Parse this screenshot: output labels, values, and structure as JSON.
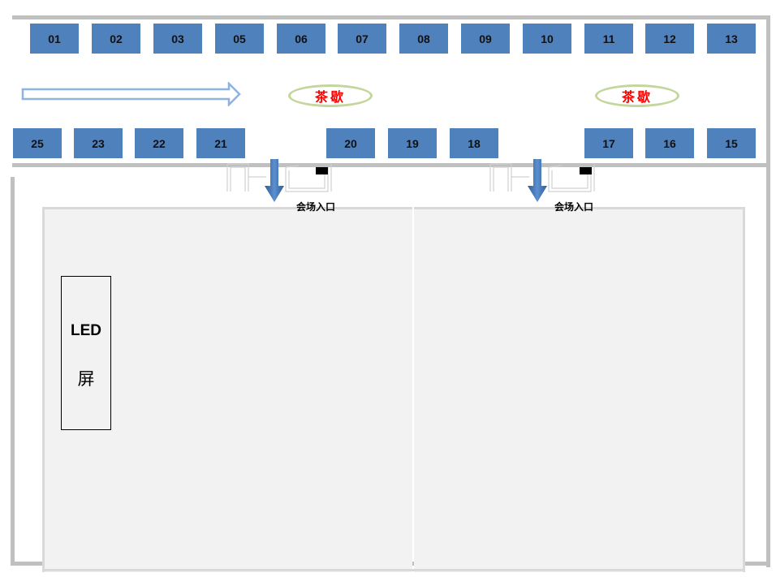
{
  "colors": {
    "booth": "#4f81bd",
    "wall": "#c0c0c0",
    "hall": "#f2f2f2",
    "tea_text": "#ff0000",
    "tea_border": "#c3d69b",
    "flow_arrow": "#8db3e2",
    "entrance_arrow": "#4f81bd"
  },
  "booths_top": [
    {
      "id": "01"
    },
    {
      "id": "02"
    },
    {
      "id": "03"
    },
    {
      "id": "05"
    },
    {
      "id": "06"
    },
    {
      "id": "07"
    },
    {
      "id": "08"
    },
    {
      "id": "09"
    },
    {
      "id": "10"
    },
    {
      "id": "11"
    },
    {
      "id": "12"
    },
    {
      "id": "13"
    }
  ],
  "booths_bottom": [
    {
      "id": "25"
    },
    {
      "id": "23"
    },
    {
      "id": "22"
    },
    {
      "id": "21"
    },
    {
      "id": "20"
    },
    {
      "id": "19"
    },
    {
      "id": "18"
    },
    {
      "id": "17"
    },
    {
      "id": "16"
    },
    {
      "id": "15"
    }
  ],
  "tea_breaks": [
    {
      "label": "茶歇"
    },
    {
      "label": "茶歇"
    }
  ],
  "flow_arrow": {
    "icon": "right-arrow-icon",
    "direction": "right"
  },
  "entrances": [
    {
      "label": "会场入口",
      "icon": "down-arrow-icon"
    },
    {
      "label": "会场入口",
      "icon": "down-arrow-icon"
    }
  ],
  "led_screen": {
    "line1": "LED",
    "line2": "屏"
  }
}
